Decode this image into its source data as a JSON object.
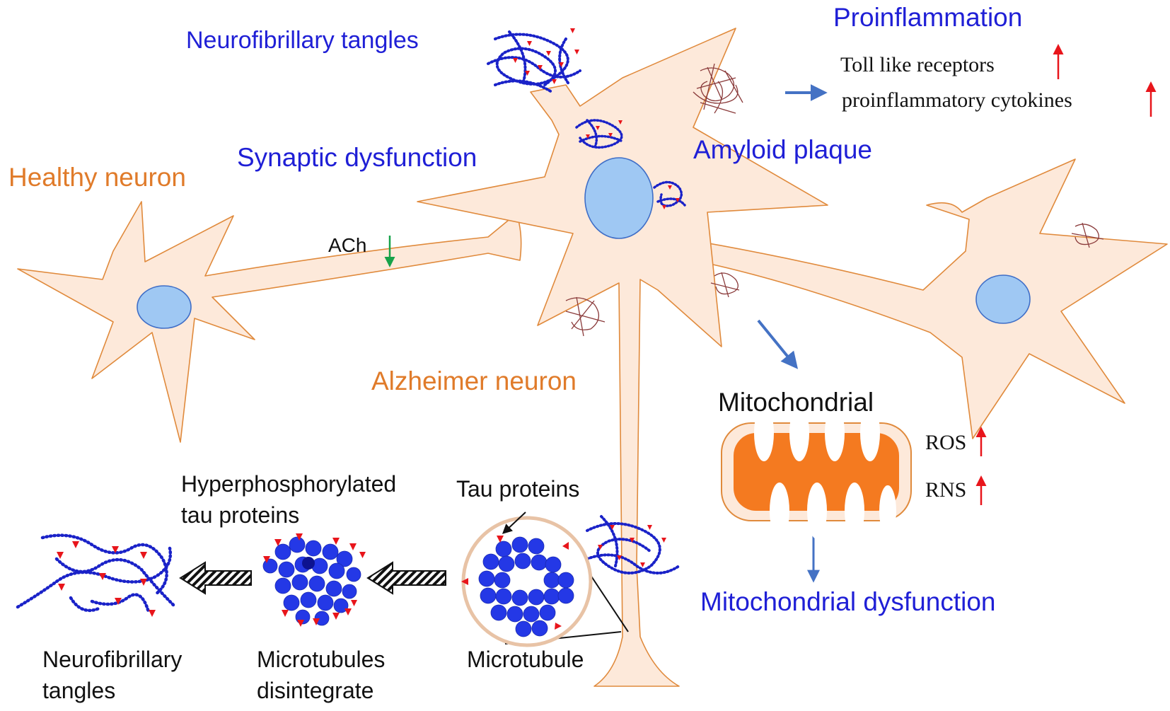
{
  "labels": {
    "neurofibrillary_tangles_top": "Neurofibrillary tangles",
    "proinflammation": "Proinflammation",
    "toll_like_receptors": "Toll like receptors",
    "proinflammatory_cytokines": "proinflammatory cytokines",
    "synaptic_dysfunction": "Synaptic dysfunction",
    "amyloid_plaque": "Amyloid plaque",
    "healthy_neuron": "Healthy neuron",
    "ach": "ACh",
    "alzheimer_neuron": "Alzheimer neuron",
    "mitochondrial": "Mitochondrial",
    "ros": "ROS",
    "rns": "RNS",
    "mitochondrial_dysfunction": "Mitochondrial dysfunction",
    "hyperphosphorylated_line1": "Hyperphosphorylated",
    "hyperphosphorylated_line2": "tau proteins",
    "tau_proteins": "Tau proteins",
    "nft_bottom_line1": "Neurofibrillary",
    "nft_bottom_line2": "tangles",
    "microtubules_line1": "Microtubules",
    "microtubules_line2": "disintegrate",
    "microtubule": "Microtubule"
  },
  "colors": {
    "neuron_fill": "#fde9da",
    "neuron_stroke": "#e08a3c",
    "nucleus_fill": "#9fc8f3",
    "nucleus_stroke": "#3f6ec7",
    "label_blue": "#1f1fd6",
    "label_orange": "#e07b2a",
    "mito_orange": "#f47a20",
    "arrow_blue": "#4472c4",
    "up_arrow_red": "#e8151b",
    "down_arrow_green": "#17a24a",
    "tangle_dots": "#1a22c8",
    "phospho_marker": "#e8151b",
    "plaque_fiber": "#8a3a3a"
  },
  "icons": {
    "ach_change": "green-down-arrow",
    "ros_change": "red-up-arrow",
    "rns_change": "red-up-arrow",
    "tlr_change": "red-up-arrow",
    "cytokine_change": "red-up-arrow"
  }
}
